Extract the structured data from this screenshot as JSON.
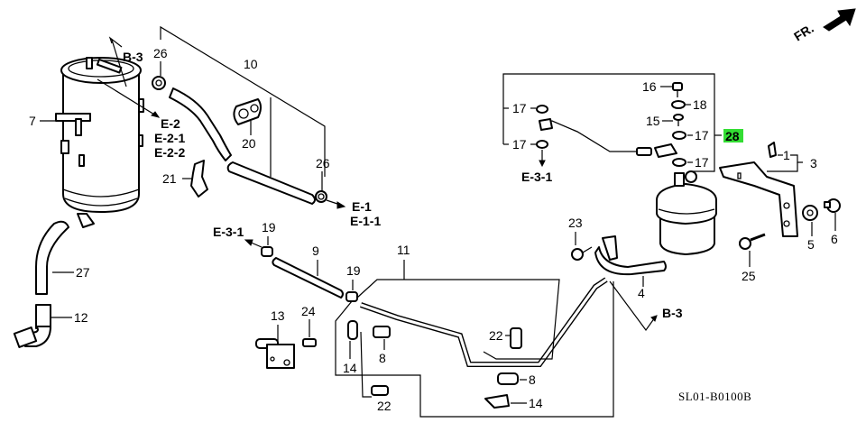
{
  "diagram": {
    "title": "Fuel / EVAP canister parts diagram",
    "drawing_code": "SL01-B0100B",
    "direction_indicator": {
      "label": "FR.",
      "icon": "front-arrow-icon"
    },
    "highlight_color": "#33dd33",
    "highlighted_part": "28",
    "parts": {
      "p1": "1",
      "p3": "3",
      "p4": "4",
      "p5": "5",
      "p6": "6",
      "p7": "7",
      "p8a": "8",
      "p8b": "8",
      "p9": "9",
      "p10": "10",
      "p11": "11",
      "p12": "12",
      "p13": "13",
      "p14a": "14",
      "p14b": "14",
      "p15": "15",
      "p16": "16",
      "p17a": "17",
      "p17b": "17",
      "p17c": "17",
      "p17d": "17",
      "p18": "18",
      "p19a": "19",
      "p19b": "19",
      "p20": "20",
      "p21": "21",
      "p22a": "22",
      "p22b": "22",
      "p23": "23",
      "p24": "24",
      "p25": "25",
      "p26a": "26",
      "p26b": "26",
      "p27": "27",
      "p28": "28"
    },
    "refs": {
      "b3_top": "B-3",
      "b3_right": "B-3",
      "e2": "E-2",
      "e21": "E-2-1",
      "e22": "E-2-2",
      "e1": "E-1",
      "e11": "E-1-1",
      "e31_top": "E-3-1",
      "e31_left": "E-3-1"
    }
  }
}
